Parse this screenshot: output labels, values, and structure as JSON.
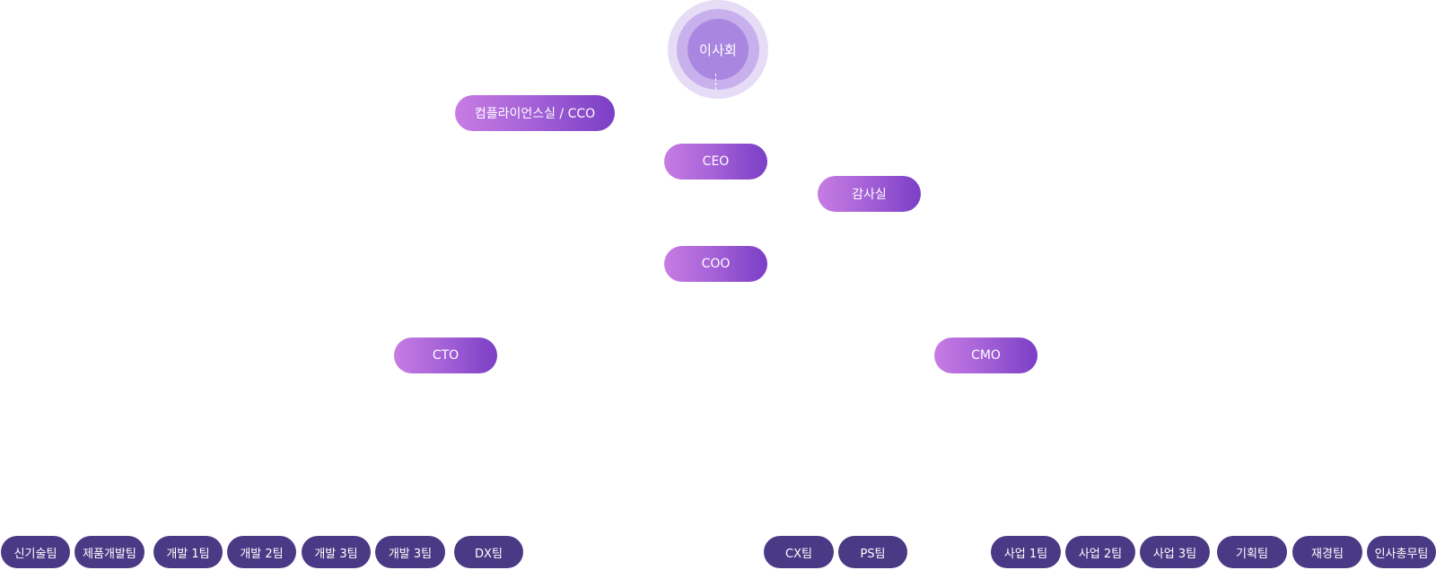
{
  "board": {
    "label": "이사회"
  },
  "executives": {
    "cco": "컴플라이언스실 / CCO",
    "ceo": "CEO",
    "audit": "감사실",
    "coo": "COO",
    "cto": "CTO",
    "cmo": "CMO"
  },
  "teams": {
    "t1": "신기술팀",
    "t2": "제품개발팀",
    "t3": "개발 1팀",
    "t4": "개발 2팀",
    "t5": "개발 3팀",
    "t6": "개발 3팀",
    "t7": "DX팀",
    "t8": "CX팀",
    "t9": "PS팀",
    "t10": "사업 1팀",
    "t11": "사업 2팀",
    "t12": "사업 3팀",
    "t13": "기획팀",
    "t14": "재경팀",
    "t15": "인사총무팀"
  },
  "colors": {
    "board_outer": "#e6dcf6",
    "board_mid": "#c7b0ec",
    "board_core": "#a987e0",
    "exec_gradient_start": "#c77ce3",
    "exec_gradient_end": "#7b3fc6",
    "team": "#4a3a85"
  }
}
